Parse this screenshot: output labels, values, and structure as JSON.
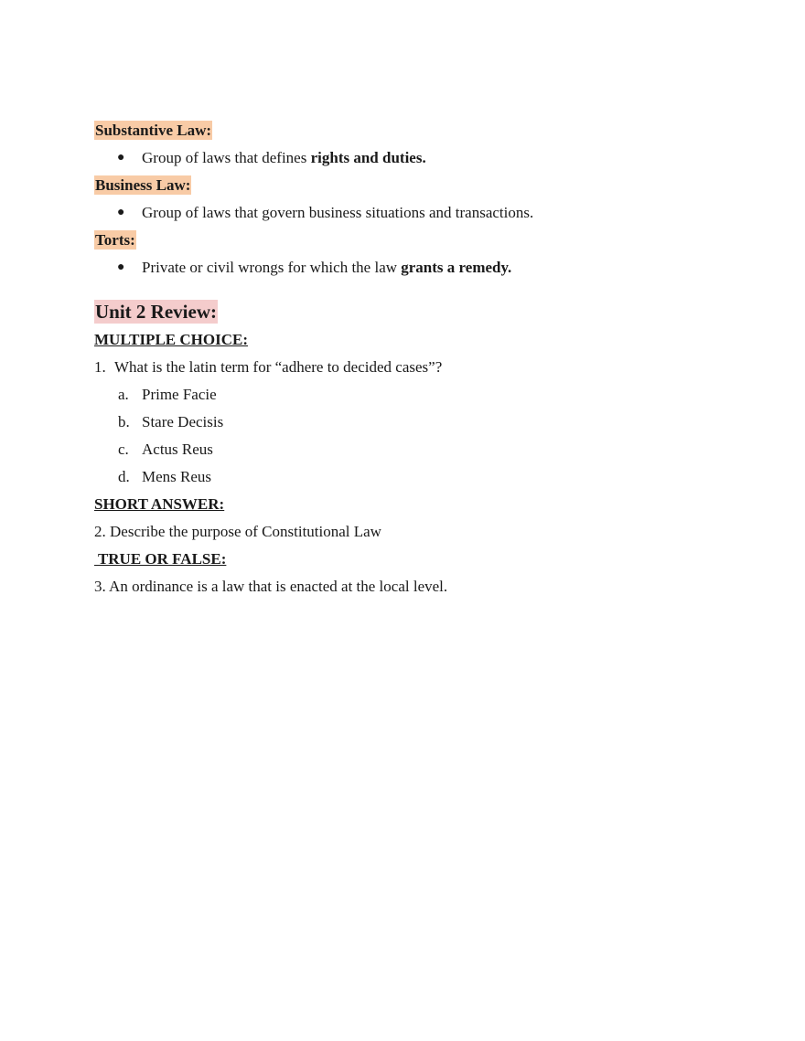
{
  "terms": [
    {
      "term": "Substantive Law:",
      "def_plain": "Group of laws that defines ",
      "def_bold": "rights and duties."
    },
    {
      "term": "Business Law:",
      "def_plain": "Group of laws that govern business situations and transactions.",
      "def_bold": ""
    },
    {
      "term": "Torts:",
      "def_plain": "Private or civil wrongs for which the law ",
      "def_bold": "grants a remedy."
    }
  ],
  "bullet_glyph": "●",
  "review": {
    "title": "Unit 2 Review:",
    "multiple_choice": {
      "heading": "MULTIPLE CHOICE:",
      "question_number": "1.",
      "question": "What is the latin term for “adhere to decided cases”?",
      "options": [
        {
          "letter": "a.",
          "text": "Prime Facie"
        },
        {
          "letter": "b.",
          "text": "Stare Decisis"
        },
        {
          "letter": "c.",
          "text": "Actus Reus"
        },
        {
          "letter": "d.",
          "text": "Mens Reus"
        }
      ]
    },
    "short_answer": {
      "heading": "SHORT ANSWER:",
      "question": "2. Describe the purpose of Constitutional Law"
    },
    "true_false": {
      "heading": " TRUE OR FALSE:",
      "question": "3. An ordinance is a law that is enacted at the local level."
    }
  }
}
